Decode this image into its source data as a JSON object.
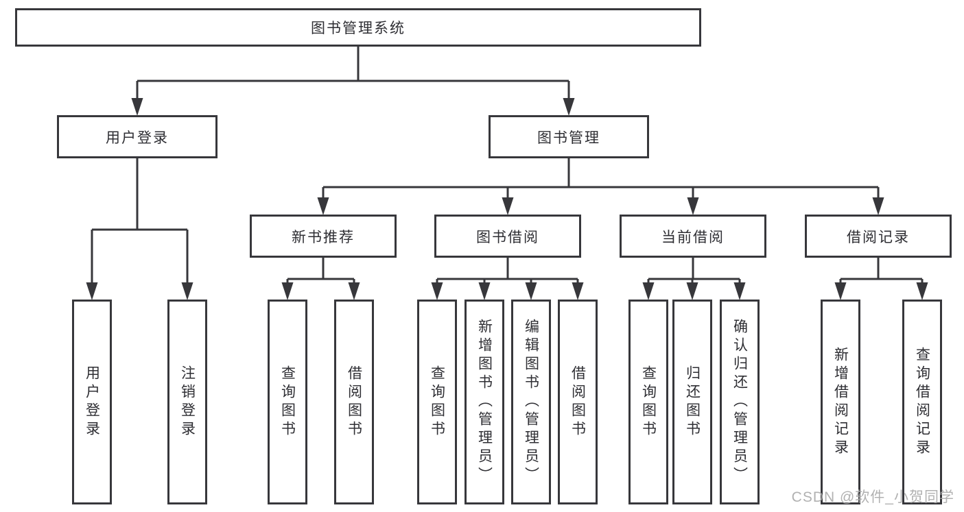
{
  "tree": {
    "label": "图书管理系统",
    "children": [
      {
        "label": "用户登录",
        "children": [
          {
            "label": "用户登录"
          },
          {
            "label": "注销登录"
          }
        ]
      },
      {
        "label": "图书管理",
        "children": [
          {
            "label": "新书推荐",
            "children": [
              {
                "label": "查询图书"
              },
              {
                "label": "借阅图书"
              }
            ]
          },
          {
            "label": "图书借阅",
            "children": [
              {
                "label": "查询图书"
              },
              {
                "label": "新增图书（管理员）"
              },
              {
                "label": "编辑图书（管理员）"
              },
              {
                "label": "借阅图书"
              }
            ]
          },
          {
            "label": "当前借阅",
            "children": [
              {
                "label": "查询图书"
              },
              {
                "label": "归还图书"
              },
              {
                "label": "确认归还（管理员）"
              }
            ]
          },
          {
            "label": "借阅记录",
            "children": [
              {
                "label": "新增借阅记录"
              },
              {
                "label": "查询借阅记录"
              }
            ]
          }
        ]
      }
    ]
  },
  "watermark": {
    "text": "CSDN @软件_小贺同学"
  },
  "colors": {
    "line": "#37373b",
    "text": "#2e2e33",
    "box_background": "#ffffff",
    "page_background": "#ffffff",
    "watermark": "#a8a8a8"
  }
}
